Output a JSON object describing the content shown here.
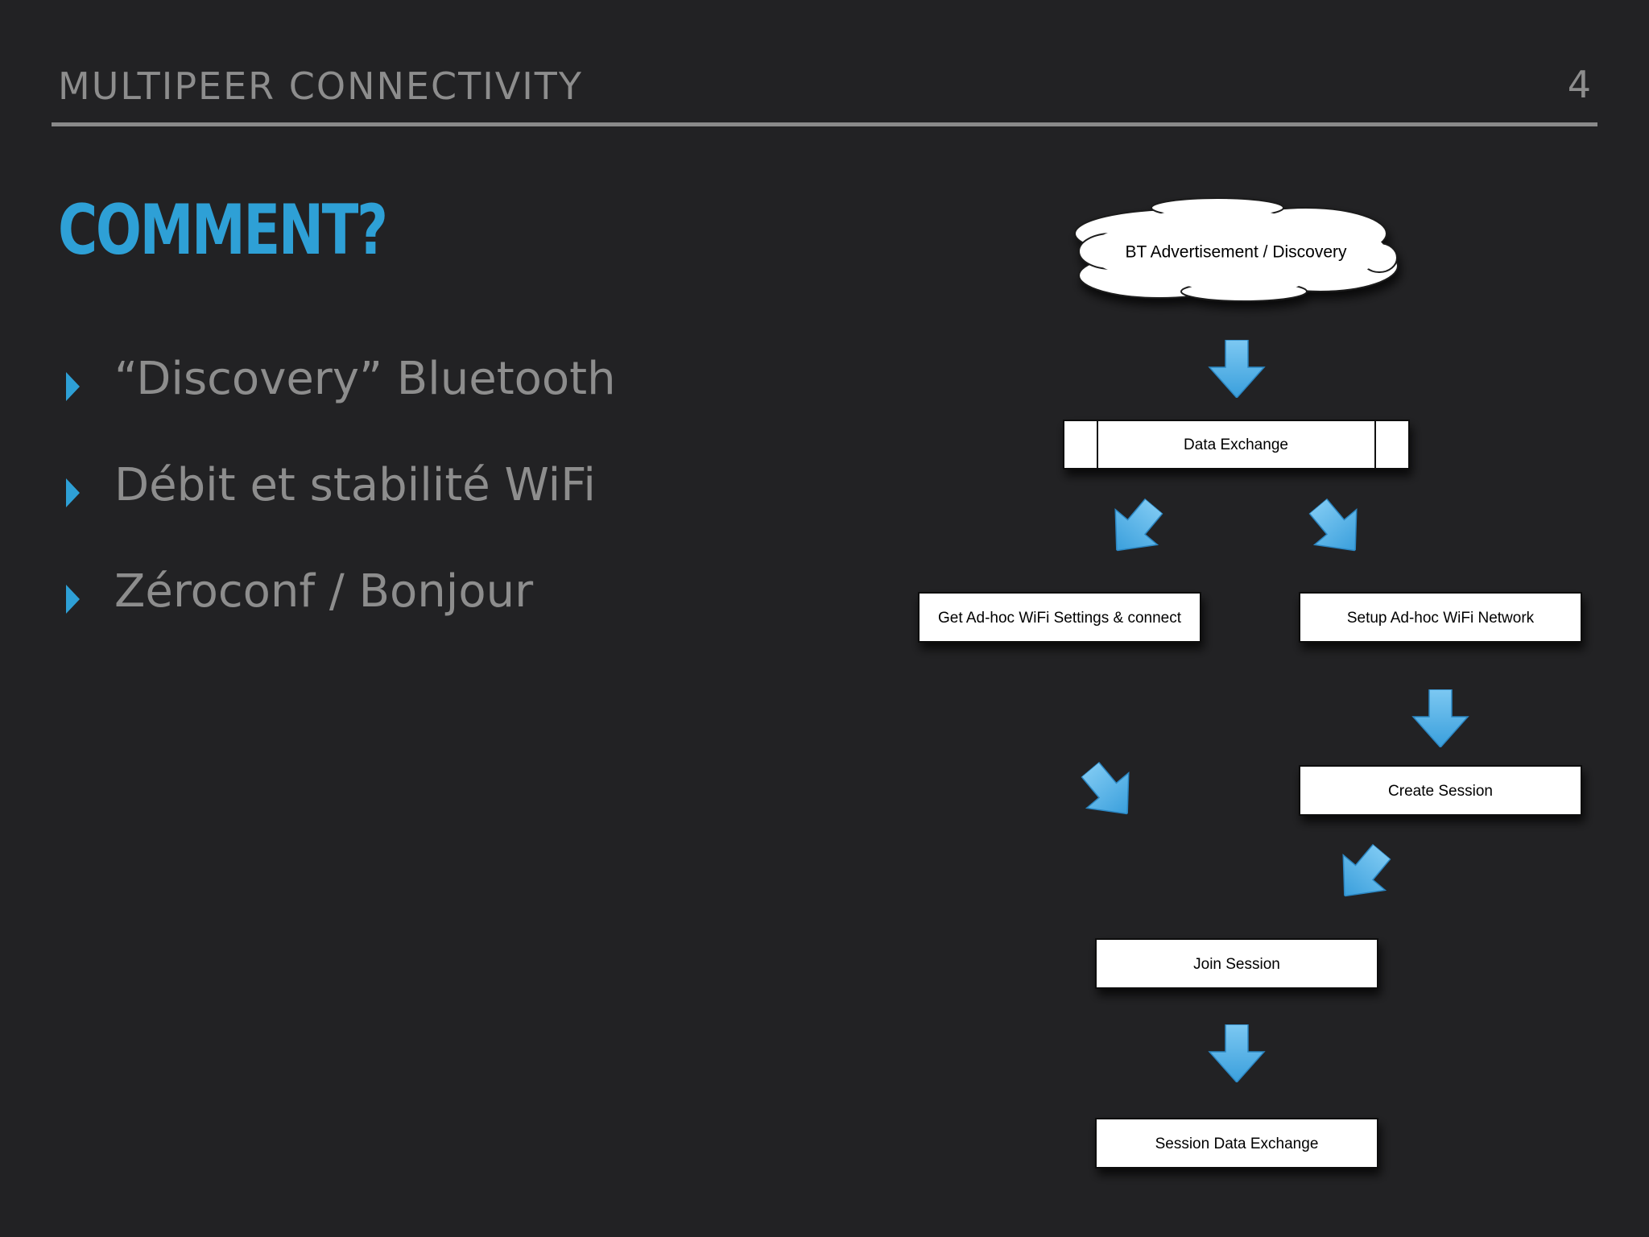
{
  "header": {
    "title": "MULTIPEER CONNECTIVITY",
    "page_number": "4"
  },
  "heading": "COMMENT?",
  "bullets": [
    "“Discovery” Bluetooth",
    "Débit et stabilité WiFi",
    "Zéroconf / Bonjour"
  ],
  "diagram": {
    "cloud": "BT Advertisement / Discovery",
    "data_exchange": "Data Exchange",
    "get_adhoc": "Get Ad-hoc WiFi Settings & connect",
    "setup_adhoc": "Setup Ad-hoc WiFi Network",
    "create_session": "Create Session",
    "join_session": "Join Session",
    "session_data_exchange": "Session Data Exchange"
  },
  "colors": {
    "background": "#222224",
    "accent": "#2ea0d6",
    "muted_text": "#8d8d8d",
    "arrow": "#55b3e8"
  }
}
